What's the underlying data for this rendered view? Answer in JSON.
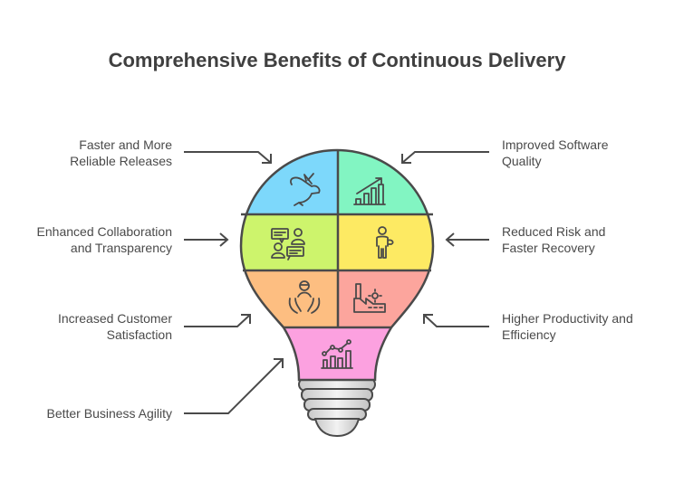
{
  "title": "Comprehensive Benefits of Continuous Delivery",
  "benefits": {
    "faster_releases": {
      "line1": "Faster and More",
      "line2": "Reliable Releases",
      "icon": "rabbit-icon",
      "color": "#7dd8fb"
    },
    "software_quality": {
      "line1": "Improved Software",
      "line2": "Quality",
      "icon": "growth-chart-icon",
      "color": "#82f5c2"
    },
    "collaboration": {
      "line1": "Enhanced Collaboration",
      "line2": "and Transparency",
      "icon": "conversation-icon",
      "color": "#cdf46c"
    },
    "reduced_risk": {
      "line1": "Reduced Risk and",
      "line2": "Faster Recovery",
      "icon": "person-icon",
      "color": "#fdea63"
    },
    "customer_satisfaction": {
      "line1": "Increased Customer",
      "line2": "Satisfaction",
      "icon": "hands-person-icon",
      "color": "#fdbe81"
    },
    "productivity": {
      "line1": "Higher Productivity and",
      "line2": "Efficiency",
      "icon": "factory-icon",
      "color": "#fca59d"
    },
    "business_agility": {
      "line1": "Better Business Agility",
      "icon": "analytics-icon",
      "color": "#fca1e0"
    }
  }
}
